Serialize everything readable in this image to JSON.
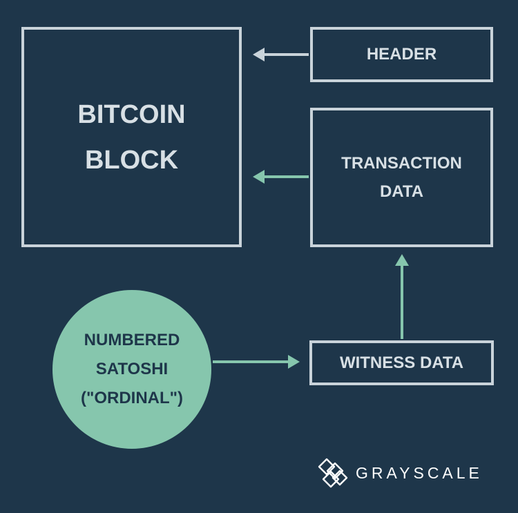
{
  "bitcoin_block": {
    "line1": "BITCOIN",
    "line2": "BLOCK"
  },
  "header_box": {
    "label": "HEADER"
  },
  "transaction_box": {
    "line1": "TRANSACTION",
    "line2": "DATA"
  },
  "witness_box": {
    "label": "WITNESS DATA"
  },
  "ordinal": {
    "line1": "NUMBERED",
    "line2": "SATOSHI",
    "line3": "(\"ORDINAL\")"
  },
  "logo": {
    "text": "GRAYSCALE",
    "icon": "grayscale-logo-icon"
  },
  "colors": {
    "background": "#1e364a",
    "box_border": "#c9d3da",
    "header_arrow": "#c9d3da",
    "accent_arrow": "#86c6ad",
    "ordinal_fill": "#86c6ad"
  }
}
